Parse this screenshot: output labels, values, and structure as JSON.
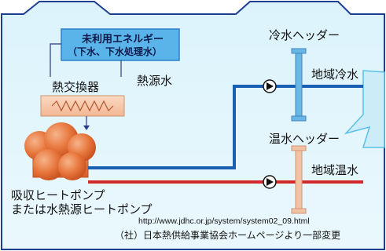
{
  "diagram": {
    "source_box": {
      "line1": "未利用エネルギー",
      "line2": "（下水、下水処理水）"
    },
    "heat_source_water": "熱源水",
    "heat_exchanger": "熱交換器",
    "chilled_header": "冷水ヘッダー",
    "district_cooling": "地域冷水",
    "hot_header": "温水ヘッダー",
    "district_heating": "地域温水",
    "pump_label_line1": "吸収ヒートポンプ",
    "pump_label_line2": "または水熱源ヒートポンプ",
    "url": "http://www.jdhc.or.jp/system/system02_09.html",
    "credit": "（社）日本熱供給事業協会ホームページより一部変更"
  },
  "colors": {
    "panel_bg": "#d6f1fb",
    "panel_border": "#1c3f92",
    "source_box_fill": "#5ab4ea",
    "chilled_pipe": "#1a5fb4",
    "hot_pipe": "#d22a2a",
    "chilled_header": "#6ab6e4",
    "hot_header": "#f2c2a4"
  }
}
